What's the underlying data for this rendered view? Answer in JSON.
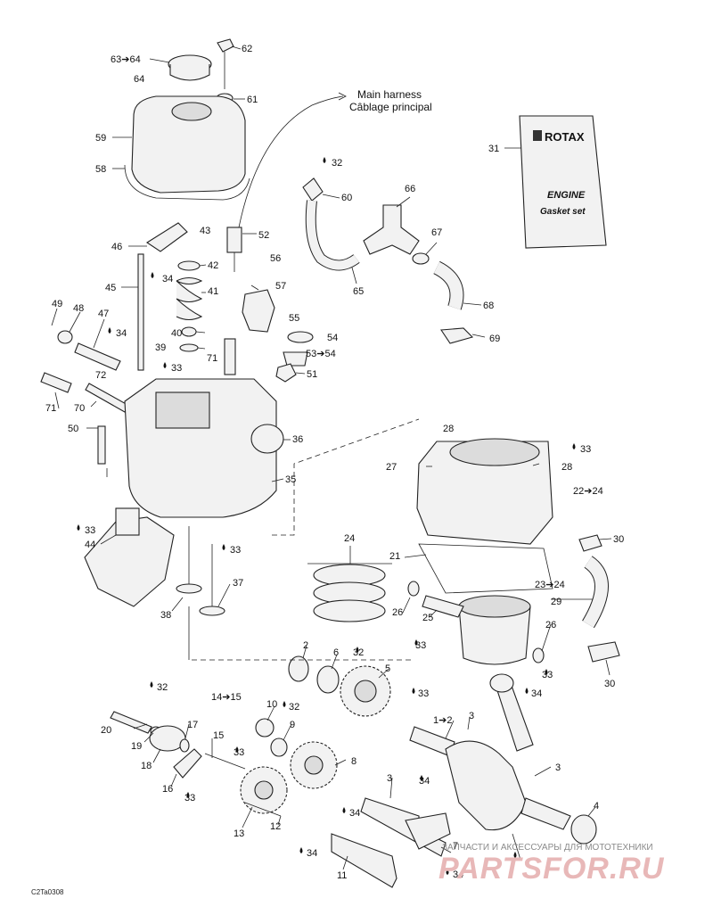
{
  "diagram": {
    "code": "C2Ta0308",
    "harness_label_en": "Main harness",
    "harness_label_fr": "Câblage principal",
    "gasket_brand": "ROTAX",
    "gasket_title": "ENGINE",
    "gasket_subtitle": "Gasket set",
    "watermark_text": "ЗАПЧАСТИ И АКСЕССУАРЫ ДЛЯ МОТОТЕХНИКИ",
    "watermark_brand": "PARTSFOR.RU",
    "callouts": [
      {
        "id": "c63",
        "text": "63➔64"
      },
      {
        "id": "c64",
        "text": "64"
      },
      {
        "id": "c62",
        "text": "62"
      },
      {
        "id": "c61",
        "text": "61"
      },
      {
        "id": "c59",
        "text": "59"
      },
      {
        "id": "c58",
        "text": "58"
      },
      {
        "id": "c32a",
        "text": "32"
      },
      {
        "id": "c60",
        "text": "60"
      },
      {
        "id": "c31",
        "text": "31"
      },
      {
        "id": "c66",
        "text": "66"
      },
      {
        "id": "c67",
        "text": "67"
      },
      {
        "id": "c65",
        "text": "65"
      },
      {
        "id": "c68",
        "text": "68"
      },
      {
        "id": "c69",
        "text": "69"
      },
      {
        "id": "c43",
        "text": "43"
      },
      {
        "id": "c52",
        "text": "52"
      },
      {
        "id": "c46",
        "text": "46"
      },
      {
        "id": "c42",
        "text": "42"
      },
      {
        "id": "c56",
        "text": "56"
      },
      {
        "id": "c34a",
        "text": "34"
      },
      {
        "id": "c45",
        "text": "45"
      },
      {
        "id": "c41",
        "text": "41"
      },
      {
        "id": "c57",
        "text": "57"
      },
      {
        "id": "c49",
        "text": "49"
      },
      {
        "id": "c48",
        "text": "48"
      },
      {
        "id": "c47",
        "text": "47"
      },
      {
        "id": "c34b",
        "text": "34"
      },
      {
        "id": "c55",
        "text": "55"
      },
      {
        "id": "c40",
        "text": "40"
      },
      {
        "id": "c54",
        "text": "54"
      },
      {
        "id": "c39",
        "text": "39"
      },
      {
        "id": "c53",
        "text": "53➔54"
      },
      {
        "id": "c71a",
        "text": "71"
      },
      {
        "id": "c72",
        "text": "72"
      },
      {
        "id": "c33a",
        "text": "33"
      },
      {
        "id": "c51",
        "text": "51"
      },
      {
        "id": "c71b",
        "text": "71"
      },
      {
        "id": "c70",
        "text": "70"
      },
      {
        "id": "c28a",
        "text": "28"
      },
      {
        "id": "c50",
        "text": "50"
      },
      {
        "id": "c36",
        "text": "36"
      },
      {
        "id": "c33b",
        "text": "33"
      },
      {
        "id": "c27",
        "text": "27"
      },
      {
        "id": "c28b",
        "text": "28"
      },
      {
        "id": "c35",
        "text": "35"
      },
      {
        "id": "c22",
        "text": "22➔24"
      },
      {
        "id": "c33c",
        "text": "33"
      },
      {
        "id": "c44",
        "text": "44"
      },
      {
        "id": "c33d",
        "text": "33"
      },
      {
        "id": "c24",
        "text": "24"
      },
      {
        "id": "c30a",
        "text": "30"
      },
      {
        "id": "c21",
        "text": "21"
      },
      {
        "id": "c37",
        "text": "37"
      },
      {
        "id": "c23",
        "text": "23➔24"
      },
      {
        "id": "c29",
        "text": "29"
      },
      {
        "id": "c26a",
        "text": "26"
      },
      {
        "id": "c38",
        "text": "38"
      },
      {
        "id": "c25",
        "text": "25"
      },
      {
        "id": "c26b",
        "text": "26"
      },
      {
        "id": "c33e",
        "text": "33"
      },
      {
        "id": "c33f",
        "text": "33"
      },
      {
        "id": "c30b",
        "text": "30"
      },
      {
        "id": "c2",
        "text": "2"
      },
      {
        "id": "c6",
        "text": "6"
      },
      {
        "id": "c32b",
        "text": "32"
      },
      {
        "id": "c5",
        "text": "5"
      },
      {
        "id": "c32c",
        "text": "32"
      },
      {
        "id": "c33g",
        "text": "33"
      },
      {
        "id": "c34c",
        "text": "34"
      },
      {
        "id": "c14",
        "text": "14➔15"
      },
      {
        "id": "c10",
        "text": "10"
      },
      {
        "id": "c32d",
        "text": "32"
      },
      {
        "id": "c1",
        "text": "1➔2"
      },
      {
        "id": "c3a",
        "text": "3"
      },
      {
        "id": "c20",
        "text": "20"
      },
      {
        "id": "c19",
        "text": "19"
      },
      {
        "id": "c17",
        "text": "17"
      },
      {
        "id": "c9",
        "text": "9"
      },
      {
        "id": "c15",
        "text": "15"
      },
      {
        "id": "c18",
        "text": "18"
      },
      {
        "id": "c33h",
        "text": "33"
      },
      {
        "id": "c8",
        "text": "8"
      },
      {
        "id": "c16",
        "text": "16"
      },
      {
        "id": "c33i",
        "text": "33"
      },
      {
        "id": "c34d",
        "text": "34"
      },
      {
        "id": "c3b",
        "text": "3"
      },
      {
        "id": "c3c",
        "text": "3"
      },
      {
        "id": "c34e",
        "text": "34"
      },
      {
        "id": "c4",
        "text": "4"
      },
      {
        "id": "c13",
        "text": "13"
      },
      {
        "id": "c12",
        "text": "12"
      },
      {
        "id": "c7",
        "text": "7"
      },
      {
        "id": "c34f",
        "text": "34"
      },
      {
        "id": "c11",
        "text": "11"
      },
      {
        "id": "c34g",
        "text": "34"
      }
    ]
  }
}
